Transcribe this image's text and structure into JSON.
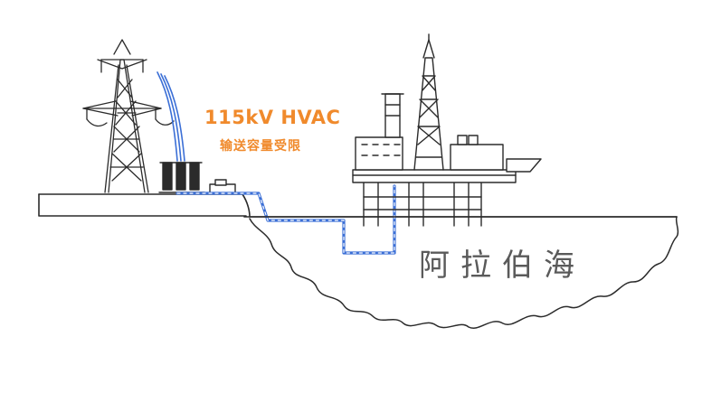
{
  "diagram": {
    "voltage_label": "115kV HVAC",
    "limit_label": "输送容量受限",
    "sea_name": "阿拉伯海"
  },
  "colors": {
    "accent": "#f08a2c",
    "cable": "#3b6fd6",
    "ink": "#2b2b2b",
    "background": "#ffffff"
  }
}
